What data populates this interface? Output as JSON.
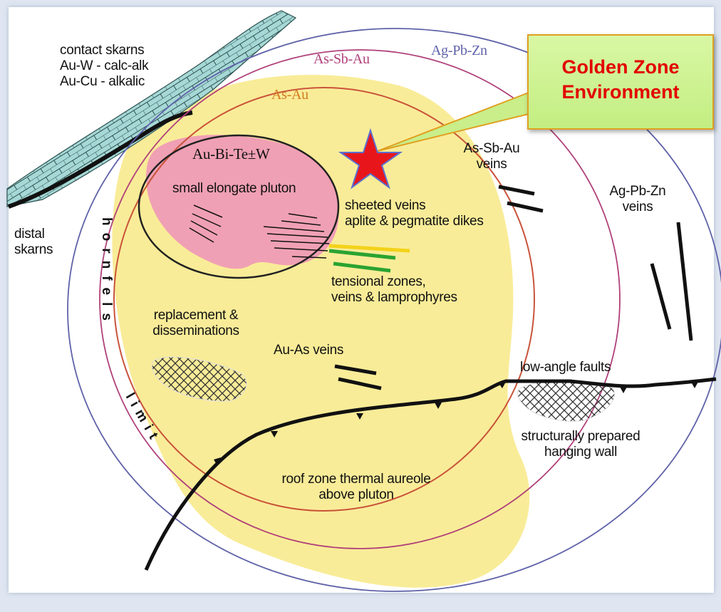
{
  "callout": {
    "line1": "Golden Zone",
    "line2": "Environment"
  },
  "zones": {
    "ag_pb_zn": "Ag-Pb-Zn",
    "as_sb_au": "As-Sb-Au",
    "as_au": "As-Au",
    "au_bi_te_w": "Au-Bi-Te±W"
  },
  "labels": {
    "contact_skarns": [
      "contact skarns",
      "Au-W - calc-alk",
      "Au-Cu - alkalic"
    ],
    "distal_skarns": [
      "distal",
      "skarns"
    ],
    "pluton": "small elongate pluton",
    "sheeted_veins": [
      "sheeted veins",
      "aplite & pegmatite dikes"
    ],
    "tensional": [
      "tensional zones,",
      "veins & lamprophyres"
    ],
    "as_sb_au_veins": [
      "As-Sb-Au",
      "veins"
    ],
    "ag_pb_zn_veins": [
      "Ag-Pb-Zn",
      "veins"
    ],
    "replacement": [
      "replacement &",
      "disseminations"
    ],
    "au_as_veins": "Au-As veins",
    "low_angle_faults": "low-angle faults",
    "hanging_wall": [
      "structurally prepared",
      "hanging wall"
    ],
    "roof_zone": [
      "roof zone thermal aureole",
      "above pluton"
    ],
    "hornfels": "hornfels",
    "limit": "limit"
  },
  "colors": {
    "aureole": "#f9ec98",
    "pluton": "#f0a0b4",
    "skarn": "#a6d8d6",
    "ring_outer": "#5f62a8",
    "ring_magenta": "#b0407a",
    "ring_red": "#c9533a",
    "star": "#e8161b",
    "callout_text": "#e30000"
  }
}
